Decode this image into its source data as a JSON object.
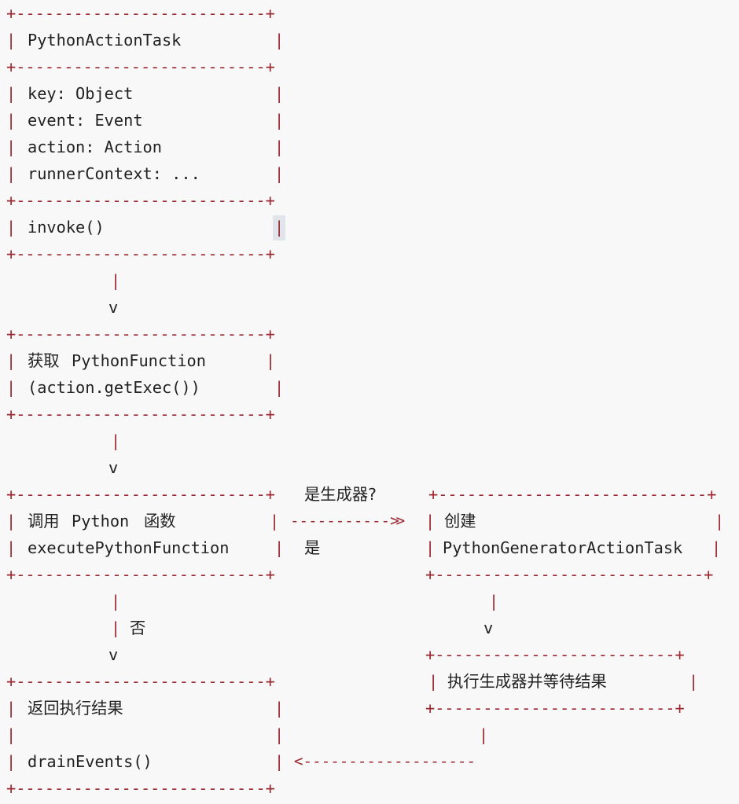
{
  "colors": {
    "border": "#9b2830",
    "text": "#222222",
    "background": "#f8f8f8",
    "highlight": "#dfe5ea"
  },
  "diagram": {
    "task_box": {
      "title": "PythonActionTask",
      "fields": [
        "key: Object",
        "event: Event",
        "action: Action",
        "runnerContext: ..."
      ],
      "method": "invoke()"
    },
    "get_function_box": {
      "line1_cjk": "获取",
      "line1_code": "PythonFunction",
      "line2": "(action.getExec())"
    },
    "call_box": {
      "line1_a": "调用",
      "line1_b": "Python",
      "line1_c": "函数",
      "line2": "executePythonFunction"
    },
    "decision": {
      "question": "是生成器?",
      "yes": "是",
      "no": "否"
    },
    "generator_box": {
      "line1": "创建",
      "line2": "PythonGeneratorActionTask"
    },
    "execute_box": {
      "line1": "执行生成器并等待结果"
    },
    "result_box": {
      "line1": "返回执行结果",
      "line3": "drainEvents()"
    },
    "ascii": {
      "border_a": "+--------------------------+",
      "border_b": "+----------------------------+",
      "border_c": "+-------------------------+",
      "pipe": "|",
      "arrow_head": "v",
      "arrow_right": "----------->",
      "arrow_left": "<-------------------"
    }
  }
}
